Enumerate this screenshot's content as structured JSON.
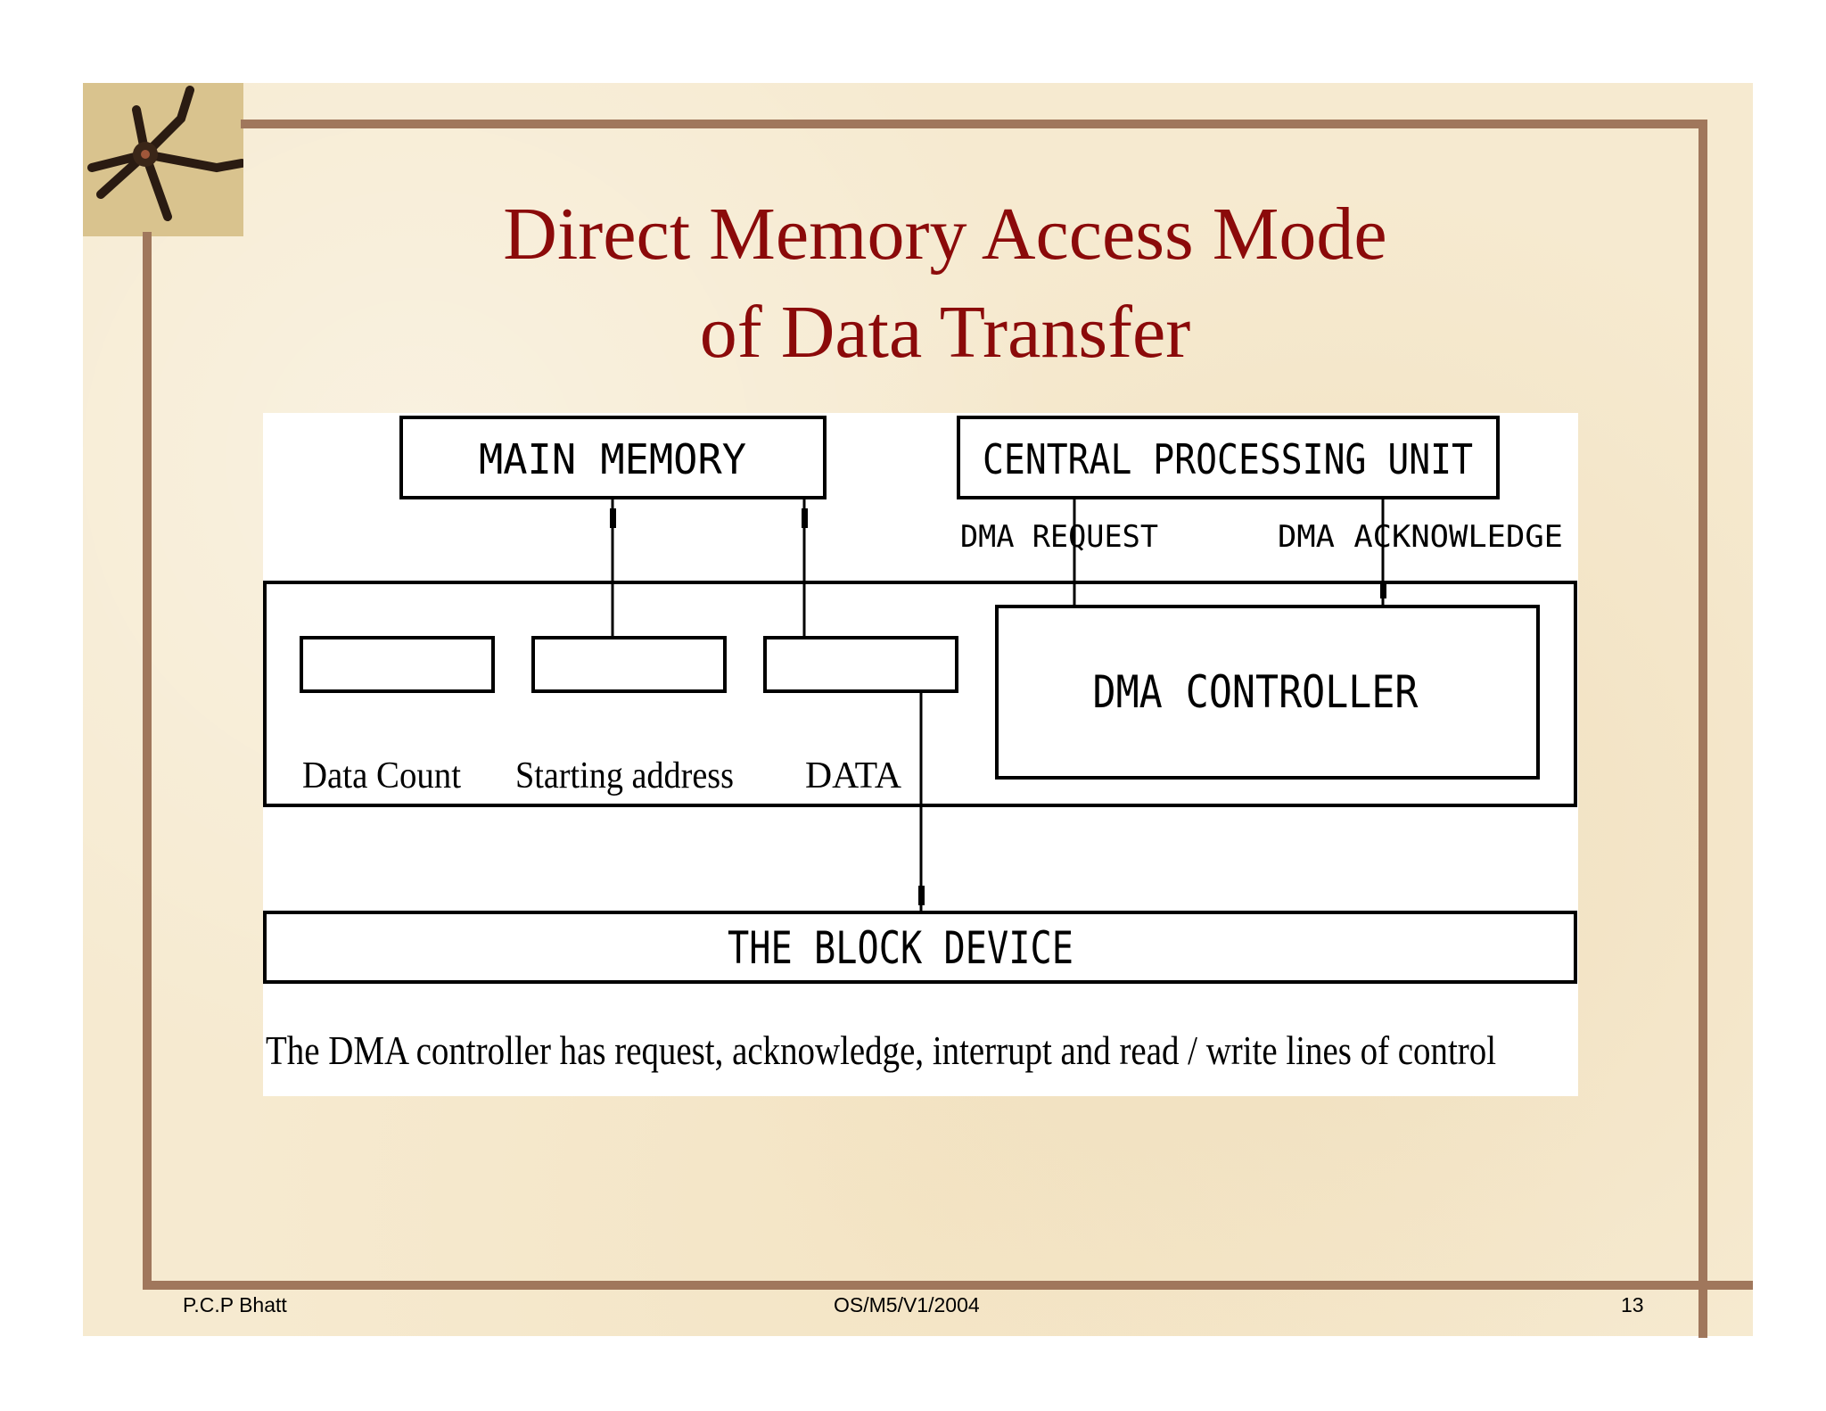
{
  "slide": {
    "title_line1": "Direct Memory Access Mode",
    "title_line2": "of Data Transfer"
  },
  "diagram": {
    "main_memory": "MAIN MEMORY",
    "cpu": "CENTRAL PROCESSING UNIT",
    "dma_request": "DMA REQUEST",
    "dma_acknowledge": "DMA ACKNOWLEDGE",
    "dma_controller": "DMA CONTROLLER",
    "data_count": "Data Count",
    "starting_address": "Starting address",
    "data": "DATA",
    "block_device": "THE BLOCK DEVICE",
    "caption": "The DMA controller has request, acknowledge, interrupt and read / write lines of control"
  },
  "footer": {
    "author": "P.C.P Bhatt",
    "code": "OS/M5/V1/2004",
    "page": "13"
  },
  "colors": {
    "title": "#8b0a0a",
    "frame": "#a0775c",
    "background": "#f6ead0"
  }
}
